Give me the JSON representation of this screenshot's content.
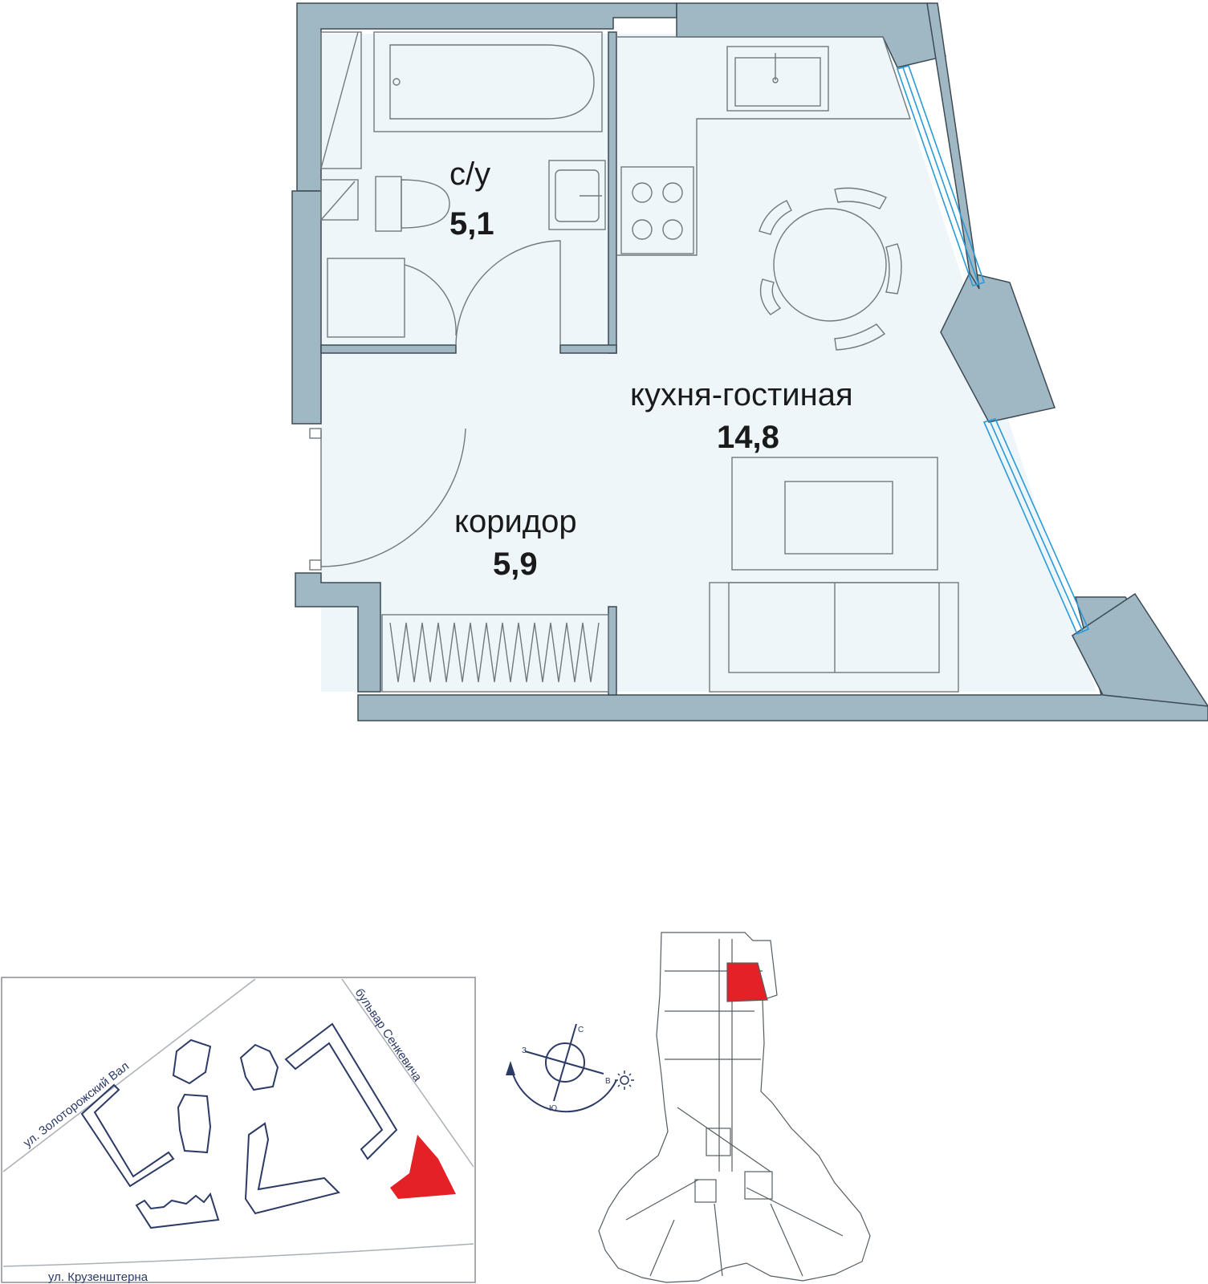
{
  "rooms": {
    "bathroom": {
      "name": "с/у",
      "area": "5,1"
    },
    "kitchen_living": {
      "name": "кухня-гостиная",
      "area": "14,8"
    },
    "corridor": {
      "name": "коридор",
      "area": "5,9"
    }
  },
  "site_map": {
    "streets": {
      "zolotorozhsky": "ул. Золоторожский Вал",
      "senkevicha": "бульвар Сенкевича",
      "kruzenshterna": "ул. Крузенштерна"
    }
  },
  "compass": {
    "north": "С",
    "west": "З",
    "east": "В",
    "south": "Ю"
  },
  "colors": {
    "wall": "#9fb8c4",
    "floor": "#eef6fa",
    "window": "#2a9ad8",
    "highlight": "#e42127",
    "map_line": "#2c3a66"
  }
}
